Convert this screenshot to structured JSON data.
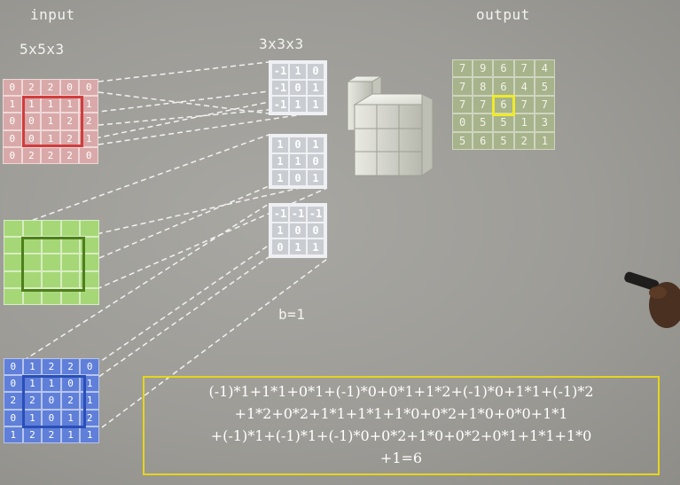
{
  "labels": {
    "input": "input",
    "input_size": "5x5x3",
    "filter_size": "3x3x3",
    "output": "output",
    "bias": "b=1"
  },
  "input_channels": {
    "red": [
      [
        "0",
        "2",
        "2",
        "0",
        "0"
      ],
      [
        "1",
        "1",
        "1",
        "1",
        "1"
      ],
      [
        "0",
        "0",
        "1",
        "2",
        "2"
      ],
      [
        "0",
        "0",
        "1",
        "2",
        "1"
      ],
      [
        "0",
        "2",
        "2",
        "2",
        "0"
      ]
    ],
    "green": [
      [
        "",
        "",
        "",
        "",
        ""
      ],
      [
        "",
        "",
        "",
        "",
        ""
      ],
      [
        "",
        "",
        "",
        "",
        ""
      ],
      [
        "",
        "",
        "",
        "",
        ""
      ],
      [
        "",
        "",
        "",
        "",
        ""
      ]
    ],
    "blue": [
      [
        "0",
        "1",
        "2",
        "2",
        "0"
      ],
      [
        "0",
        "1",
        "1",
        "0",
        "1"
      ],
      [
        "2",
        "2",
        "0",
        "2",
        "1"
      ],
      [
        "0",
        "1",
        "0",
        "1",
        "2"
      ],
      [
        "1",
        "2",
        "2",
        "1",
        "1"
      ]
    ]
  },
  "filters": [
    [
      [
        "-1",
        "1",
        "0"
      ],
      [
        "-1",
        "0",
        "1"
      ],
      [
        "-1",
        "1",
        "1"
      ]
    ],
    [
      [
        "1",
        "0",
        "1"
      ],
      [
        "1",
        "1",
        "0"
      ],
      [
        "1",
        "0",
        "1"
      ]
    ],
    [
      [
        "-1",
        "-1",
        "-1"
      ],
      [
        "1",
        "0",
        "0"
      ],
      [
        "0",
        "1",
        "1"
      ]
    ]
  ],
  "output_grid": [
    [
      "7",
      "9",
      "6",
      "7",
      "4"
    ],
    [
      "7",
      "8",
      "6",
      "4",
      "5"
    ],
    [
      "7",
      "7",
      "6",
      "7",
      "7"
    ],
    [
      "0",
      "5",
      "5",
      "1",
      "3"
    ],
    [
      "5",
      "6",
      "5",
      "2",
      "1"
    ]
  ],
  "formula_lines": [
    "(-1)*1+1*1+0*1+(-1)*0+0*1+1*2+(-1)*0+1*1+(-1)*2",
    "+1*2+0*2+1*1+1*1+1*0+0*2+1*0+0*0+1*1",
    "+(-1)*1+(-1)*1+(-1)*0+0*2+1*0+0*2+0*1+1*1+1*0",
    "+1=6"
  ],
  "colors": {
    "red_channel": "#d9a9a9",
    "green_channel": "#a6d777",
    "blue_channel": "#5f7fd9",
    "window_red": "#d23c3c",
    "window_green": "#4f7f1c",
    "window_blue": "#2a4fb8",
    "output_highlight": "#f0ea2a",
    "formula_border": "#e6d51c"
  },
  "icons": {
    "cube": "output-cube-3d",
    "pointer": "hand-remote-pointer"
  }
}
